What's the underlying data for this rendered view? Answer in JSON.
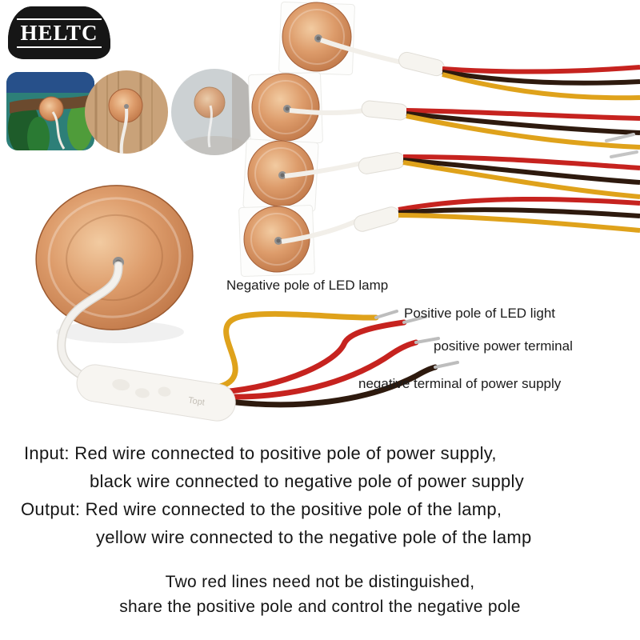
{
  "logo": {
    "text": "HELTC"
  },
  "annotations": {
    "negative_led": "Negative pole of LED lamp",
    "positive_led": "Positive pole of LED light",
    "positive_power": "positive power terminal",
    "negative_power": "negative terminal of power supply"
  },
  "module": {
    "printed_text": "Topt"
  },
  "instructions": {
    "line1": "Input: Red wire connected to positive pole of power supply,",
    "line2": "black wire connected to negative pole of power supply",
    "line3": "Output: Red wire connected to the positive pole of the lamp,",
    "line4": "yellow wire connected to the negative pole of the lamp"
  },
  "note": {
    "line1": "Two red lines need not be distinguished,",
    "line2": "share the positive pole and control the negative pole"
  },
  "colors": {
    "copper": "#c98a5e",
    "wire_red": "#c6231f",
    "wire_yellow": "#dfa21b",
    "wire_black": "#2e1a0e",
    "background": "#ffffff"
  }
}
